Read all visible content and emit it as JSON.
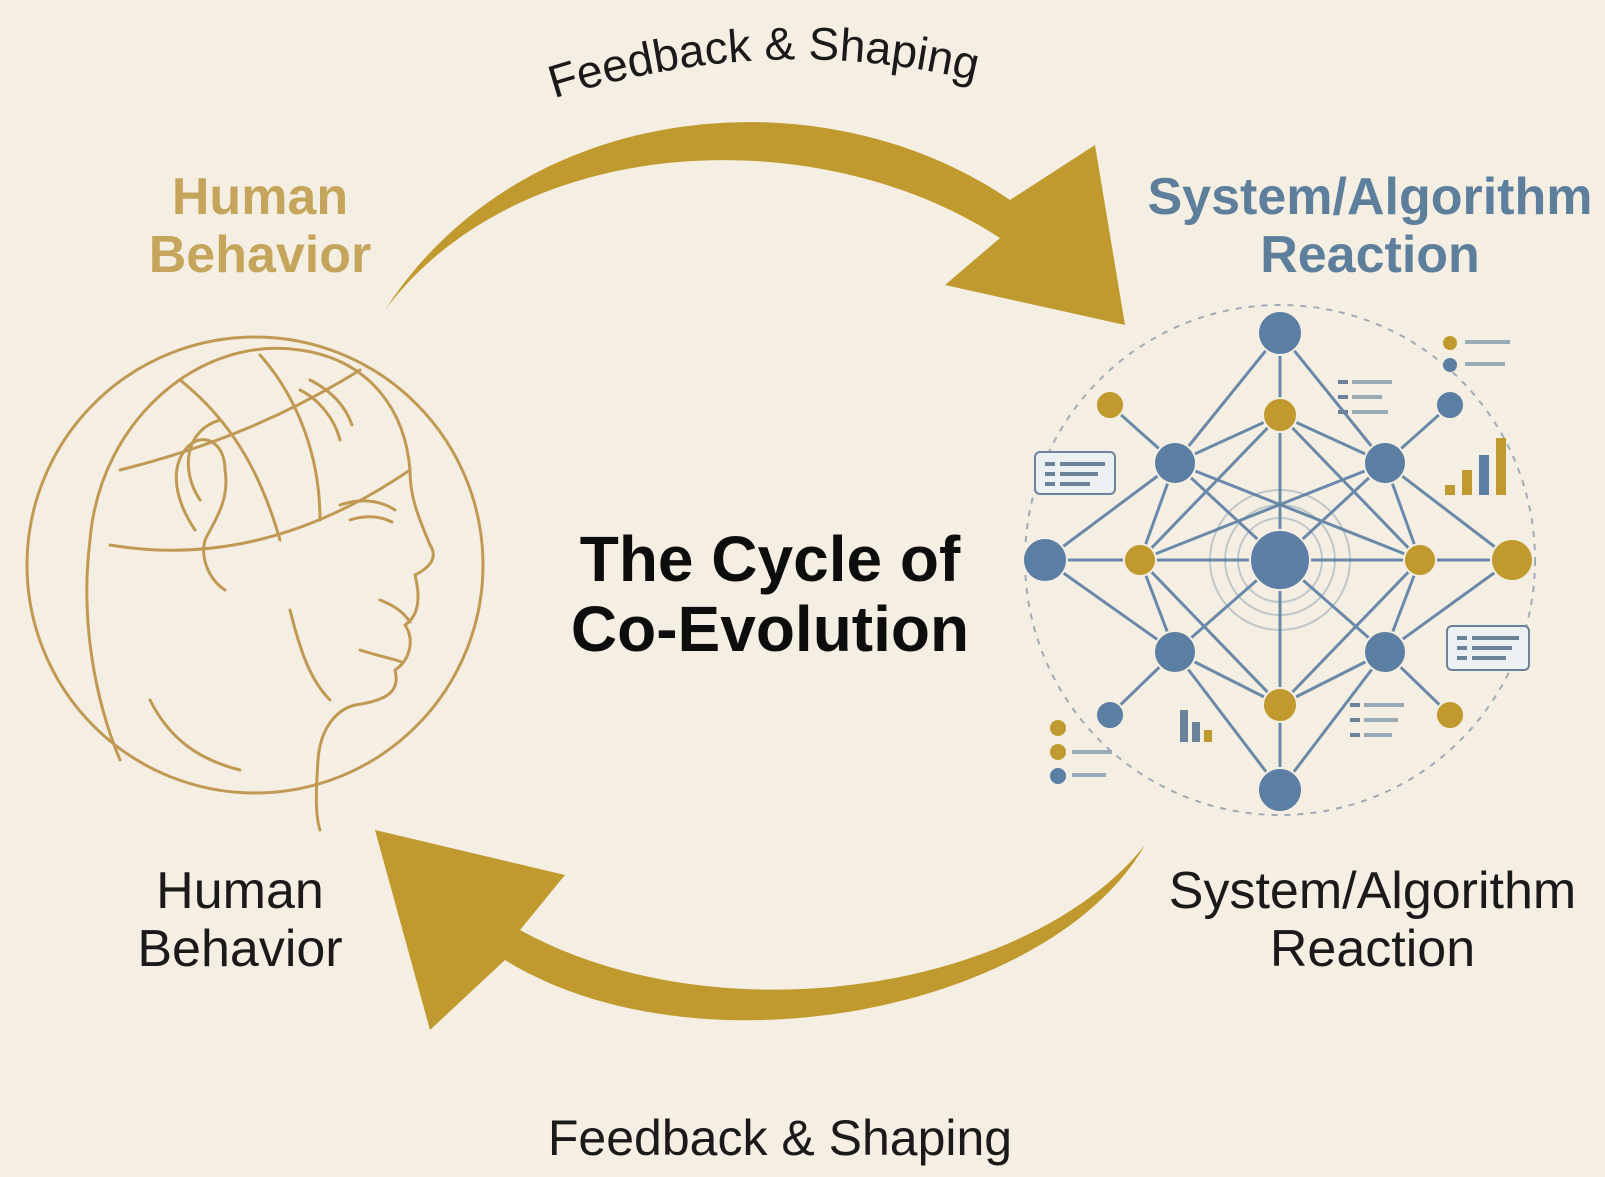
{
  "title": [
    "The Cycle of",
    "Co-Evolution"
  ],
  "top_arrow_label": "Feedback & Shaping",
  "bottom_arrow_label": "Feedback & Shaping",
  "human": {
    "heading": [
      "Human",
      "Behavior"
    ],
    "caption": [
      "Human",
      "Behavior"
    ]
  },
  "system": {
    "heading": [
      "System/Algorithm",
      "Reaction"
    ],
    "caption": [
      "System/Algorithm",
      "Reaction"
    ]
  },
  "icons": {
    "left": "human-head-icon",
    "right": "neural-network-icon"
  },
  "colors": {
    "background": "#f5efe3",
    "gold": "#c09a2e",
    "blue": "#5881a8",
    "human_text": "#c4a55b",
    "system_text": "#5e7f9c",
    "line_art": "#c09a55"
  }
}
